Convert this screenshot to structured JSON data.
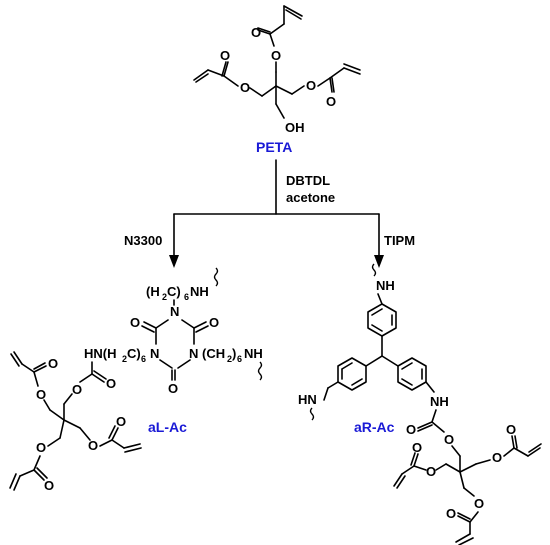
{
  "compounds": {
    "peta": "PETA",
    "al_ac": "aL-Ac",
    "ar_ac": "aR-Ac"
  },
  "conditions": {
    "catalyst": "DBTDL",
    "solvent": "acetone"
  },
  "reagents": {
    "left": "N3300",
    "right": "TIPM"
  },
  "atoms": {
    "O": "O",
    "N": "N",
    "OH": "OH",
    "NH": "NH",
    "HN": "HN"
  },
  "fragments": {
    "h2c6_open": "(H",
    "h2c6_mid": "C)",
    "ch2_6_open": "(CH",
    "ch2_6_mid": ")",
    "sub2": "2",
    "sub6": "6",
    "hn_h2c": "HN(H",
    "h2c_close": "C)",
    "nh_tail": "NH"
  },
  "colors": {
    "label": "#1a1ad6",
    "ink": "#000000"
  }
}
